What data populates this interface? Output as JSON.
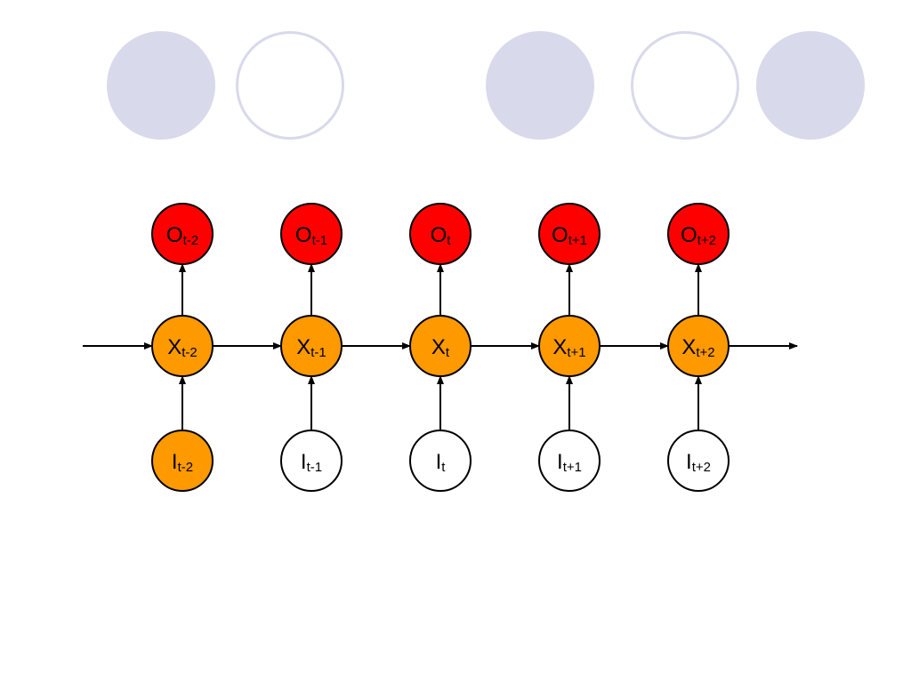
{
  "colors": {
    "deco_fill": "#d9d9ec",
    "deco_stroke": "#d9d9ec",
    "output_fill": "#ff0000",
    "hidden_fill": "#ff9900",
    "input_active_fill": "#ff9900",
    "input_fill": "#ffffff",
    "stroke": "#000000",
    "edge": "#000000"
  },
  "decorations": [
    {
      "style": "filled"
    },
    {
      "style": "outline"
    },
    {
      "style": "filled"
    },
    {
      "style": "outline"
    },
    {
      "style": "filled"
    }
  ],
  "timesteps": [
    {
      "output": {
        "letter": "O",
        "sub": "t-2"
      },
      "hidden": {
        "letter": "X",
        "sub": "t-2"
      },
      "input": {
        "letter": "I",
        "sub": "t-2",
        "highlighted": true
      }
    },
    {
      "output": {
        "letter": "O",
        "sub": "t-1"
      },
      "hidden": {
        "letter": "X",
        "sub": "t-1"
      },
      "input": {
        "letter": "I",
        "sub": "t-1",
        "highlighted": false
      }
    },
    {
      "output": {
        "letter": "O",
        "sub": "t"
      },
      "hidden": {
        "letter": "X",
        "sub": "t"
      },
      "input": {
        "letter": "I",
        "sub": "t",
        "highlighted": false
      }
    },
    {
      "output": {
        "letter": "O",
        "sub": "t+1"
      },
      "hidden": {
        "letter": "X",
        "sub": "t+1"
      },
      "input": {
        "letter": "I",
        "sub": "t+1",
        "highlighted": false
      }
    },
    {
      "output": {
        "letter": "O",
        "sub": "t+2"
      },
      "hidden": {
        "letter": "X",
        "sub": "t+2"
      },
      "input": {
        "letter": "I",
        "sub": "t+2",
        "highlighted": false
      }
    }
  ]
}
